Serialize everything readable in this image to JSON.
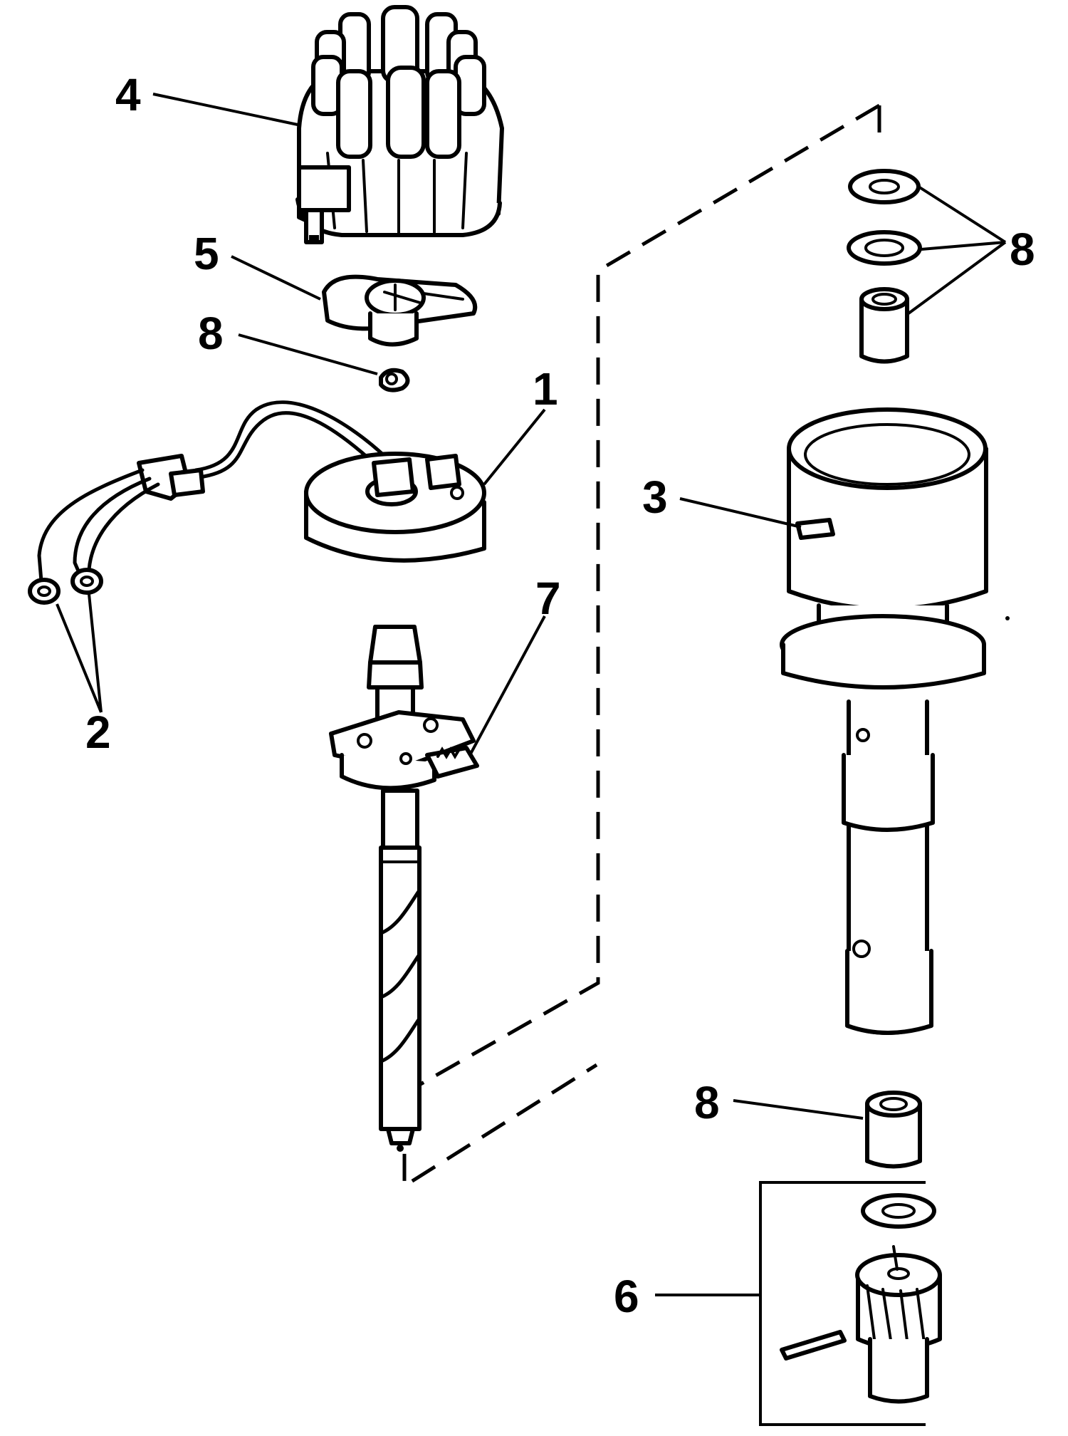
{
  "diagram": {
    "callouts": {
      "c1": "1",
      "c2": "2",
      "c3": "3",
      "c4": "4",
      "c5": "5",
      "c6": "6",
      "c7": "7",
      "c8a": "8",
      "c8b": "8",
      "c8c": "8"
    },
    "colors": {
      "ink": "#000000",
      "paper": "#ffffff"
    }
  }
}
